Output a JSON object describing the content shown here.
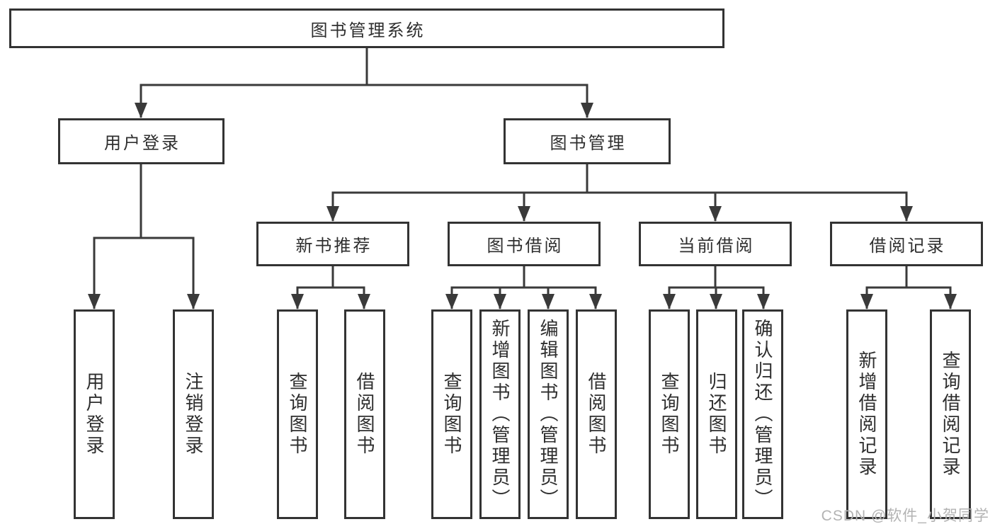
{
  "colors": {
    "line": "#3a3a3a",
    "box_border": "#333333",
    "text": "#2e2e2e",
    "background": "#ffffff",
    "watermark": "#b3b3b3"
  },
  "tree": {
    "root": {
      "label": "图书管理系统"
    },
    "branches": [
      {
        "label": "用户登录",
        "children": [
          {
            "label": "用户登录"
          },
          {
            "label": "注销登录"
          }
        ]
      },
      {
        "label": "图书管理",
        "children": [
          {
            "label": "新书推荐",
            "children": [
              {
                "label": "查询图书"
              },
              {
                "label": "借阅图书"
              }
            ]
          },
          {
            "label": "图书借阅",
            "children": [
              {
                "label": "查询图书"
              },
              {
                "label": "新增图书（管理员）"
              },
              {
                "label": "编辑图书（管理员）"
              },
              {
                "label": "借阅图书"
              }
            ]
          },
          {
            "label": "当前借阅",
            "children": [
              {
                "label": "查询图书"
              },
              {
                "label": "归还图书"
              },
              {
                "label": "确认归还（管理员）"
              }
            ]
          },
          {
            "label": "借阅记录",
            "children": [
              {
                "label": "新增借阅记录"
              },
              {
                "label": "查询借阅记录"
              }
            ]
          }
        ]
      }
    ]
  },
  "watermark": {
    "text": "CSDN @软件_小贺同学"
  }
}
